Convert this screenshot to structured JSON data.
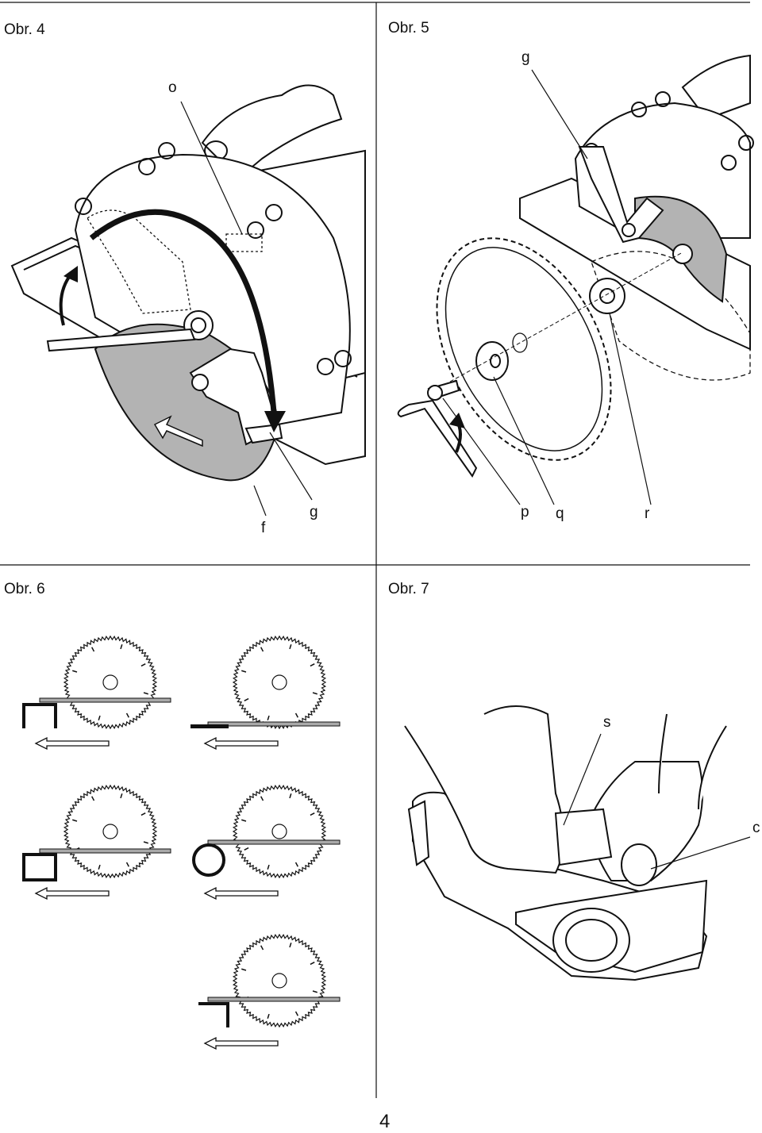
{
  "figures": {
    "obr4": {
      "title": "Obr. 4",
      "callouts": {
        "o": "o",
        "f": "f",
        "g": "g"
      }
    },
    "obr5": {
      "title": "Obr. 5",
      "callouts": {
        "g": "g",
        "p": "p",
        "q": "q",
        "r": "r"
      }
    },
    "obr6": {
      "title": "Obr. 6",
      "diagrams": [
        {
          "profile": "u-channel"
        },
        {
          "profile": "flat-bar"
        },
        {
          "profile": "square-tube"
        },
        {
          "profile": "round-tube"
        },
        {
          "profile": "angle"
        }
      ]
    },
    "obr7": {
      "title": "Obr. 7",
      "callouts": {
        "s": "s",
        "c": "c"
      }
    }
  },
  "page_number": "4",
  "colors": {
    "line": "#111111",
    "guard_fill": "#b3b3b3",
    "workpiece_fill": "#a9a9a9",
    "background": "#ffffff"
  }
}
